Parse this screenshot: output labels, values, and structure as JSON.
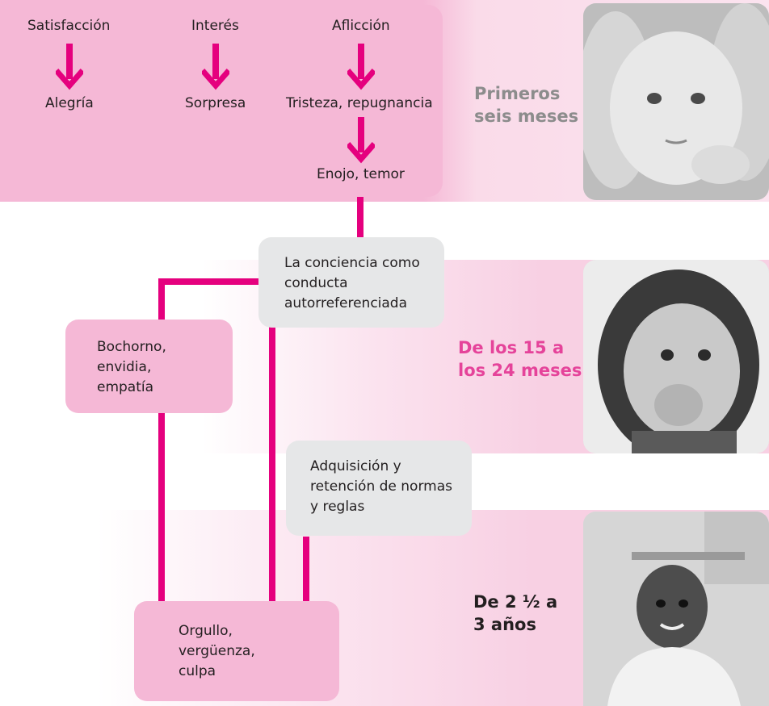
{
  "colors": {
    "magenta_line": "#e5007e",
    "box_pink": "#f5b8d6",
    "box_gray": "#e6e7e8",
    "band_pink": "#fadbe9",
    "stage_gray": "#8c8c8c",
    "stage_pink": "#e5439a",
    "stage_dark": "#231f20"
  },
  "stage1": {
    "emotions_top": [
      "Satisfacción",
      "Interés",
      "Aflicción"
    ],
    "emotions_bottom": [
      "Alegría",
      "Sorpresa",
      "Tristeza, repugnancia"
    ],
    "derived": "Enojo, temor",
    "label": "Primeros\nseis meses",
    "photo_icon": "baby-photo"
  },
  "stage2": {
    "concept": "La conciencia como\nconducta\nautorreferenciada",
    "emotions": "Bochorno,\nenvidia,\nempatía",
    "label": "De los 15 a\nlos 24 meses",
    "photo_icon": "girl-photo"
  },
  "stage3": {
    "concept": "Adquisición y\nretención de normas\ny reglas",
    "emotions": "Orgullo,\nvergüenza,\nculpa",
    "label": "De 2 ½ a\n3 años",
    "photo_icon": "boy-photo"
  }
}
